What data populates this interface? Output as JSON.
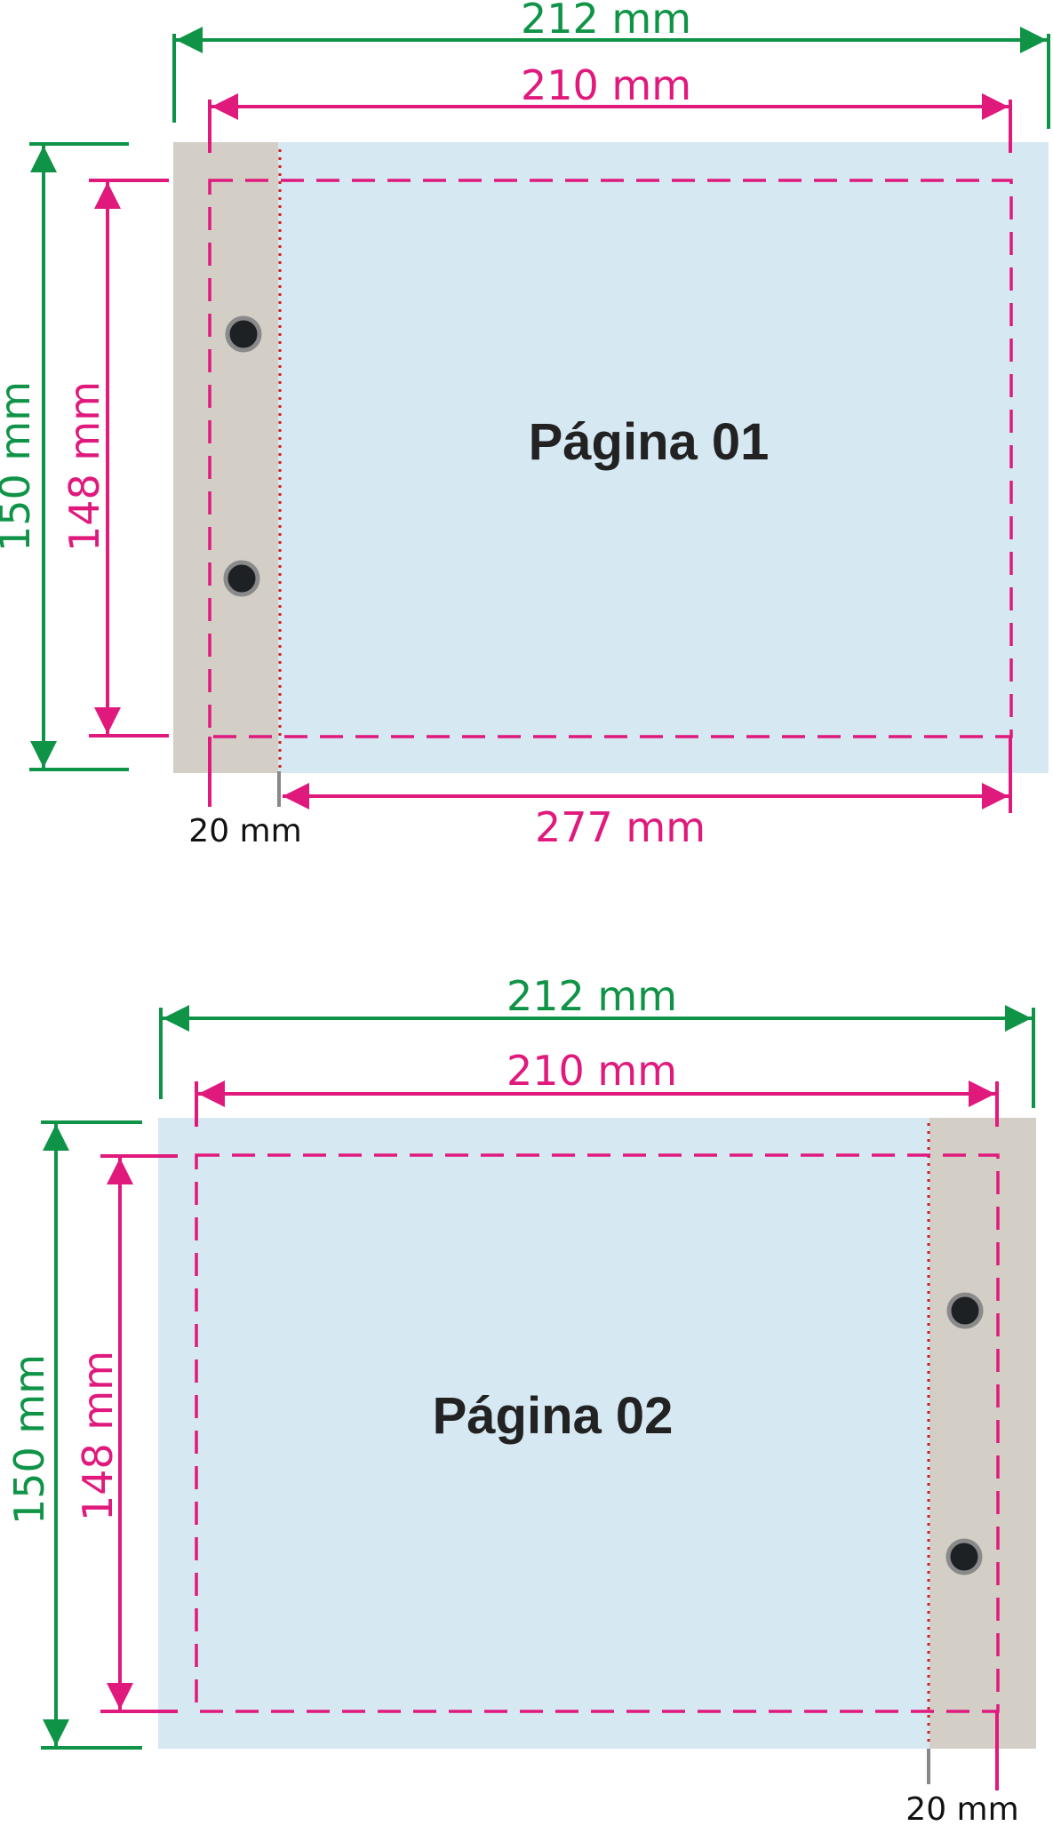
{
  "colors": {
    "page_fill": "#d6e8f2",
    "binding_strip": "#d3cfc6",
    "dimension_outer": "#0f9447",
    "dimension_inner": "#e0197d",
    "fold_line": "#cc1f1f",
    "hole": "#1e2124"
  },
  "page1": {
    "label": "Página 01",
    "width_outer": "212 mm",
    "width_inner": "210 mm",
    "height_outer": "150 mm",
    "height_inner": "148 mm",
    "binding": "20 mm",
    "content_width": "277 mm"
  },
  "page2": {
    "label": "Página 02",
    "width_outer": "212 mm",
    "width_inner": "210 mm",
    "height_outer": "150 mm",
    "height_inner": "148 mm",
    "binding": "20 mm"
  }
}
